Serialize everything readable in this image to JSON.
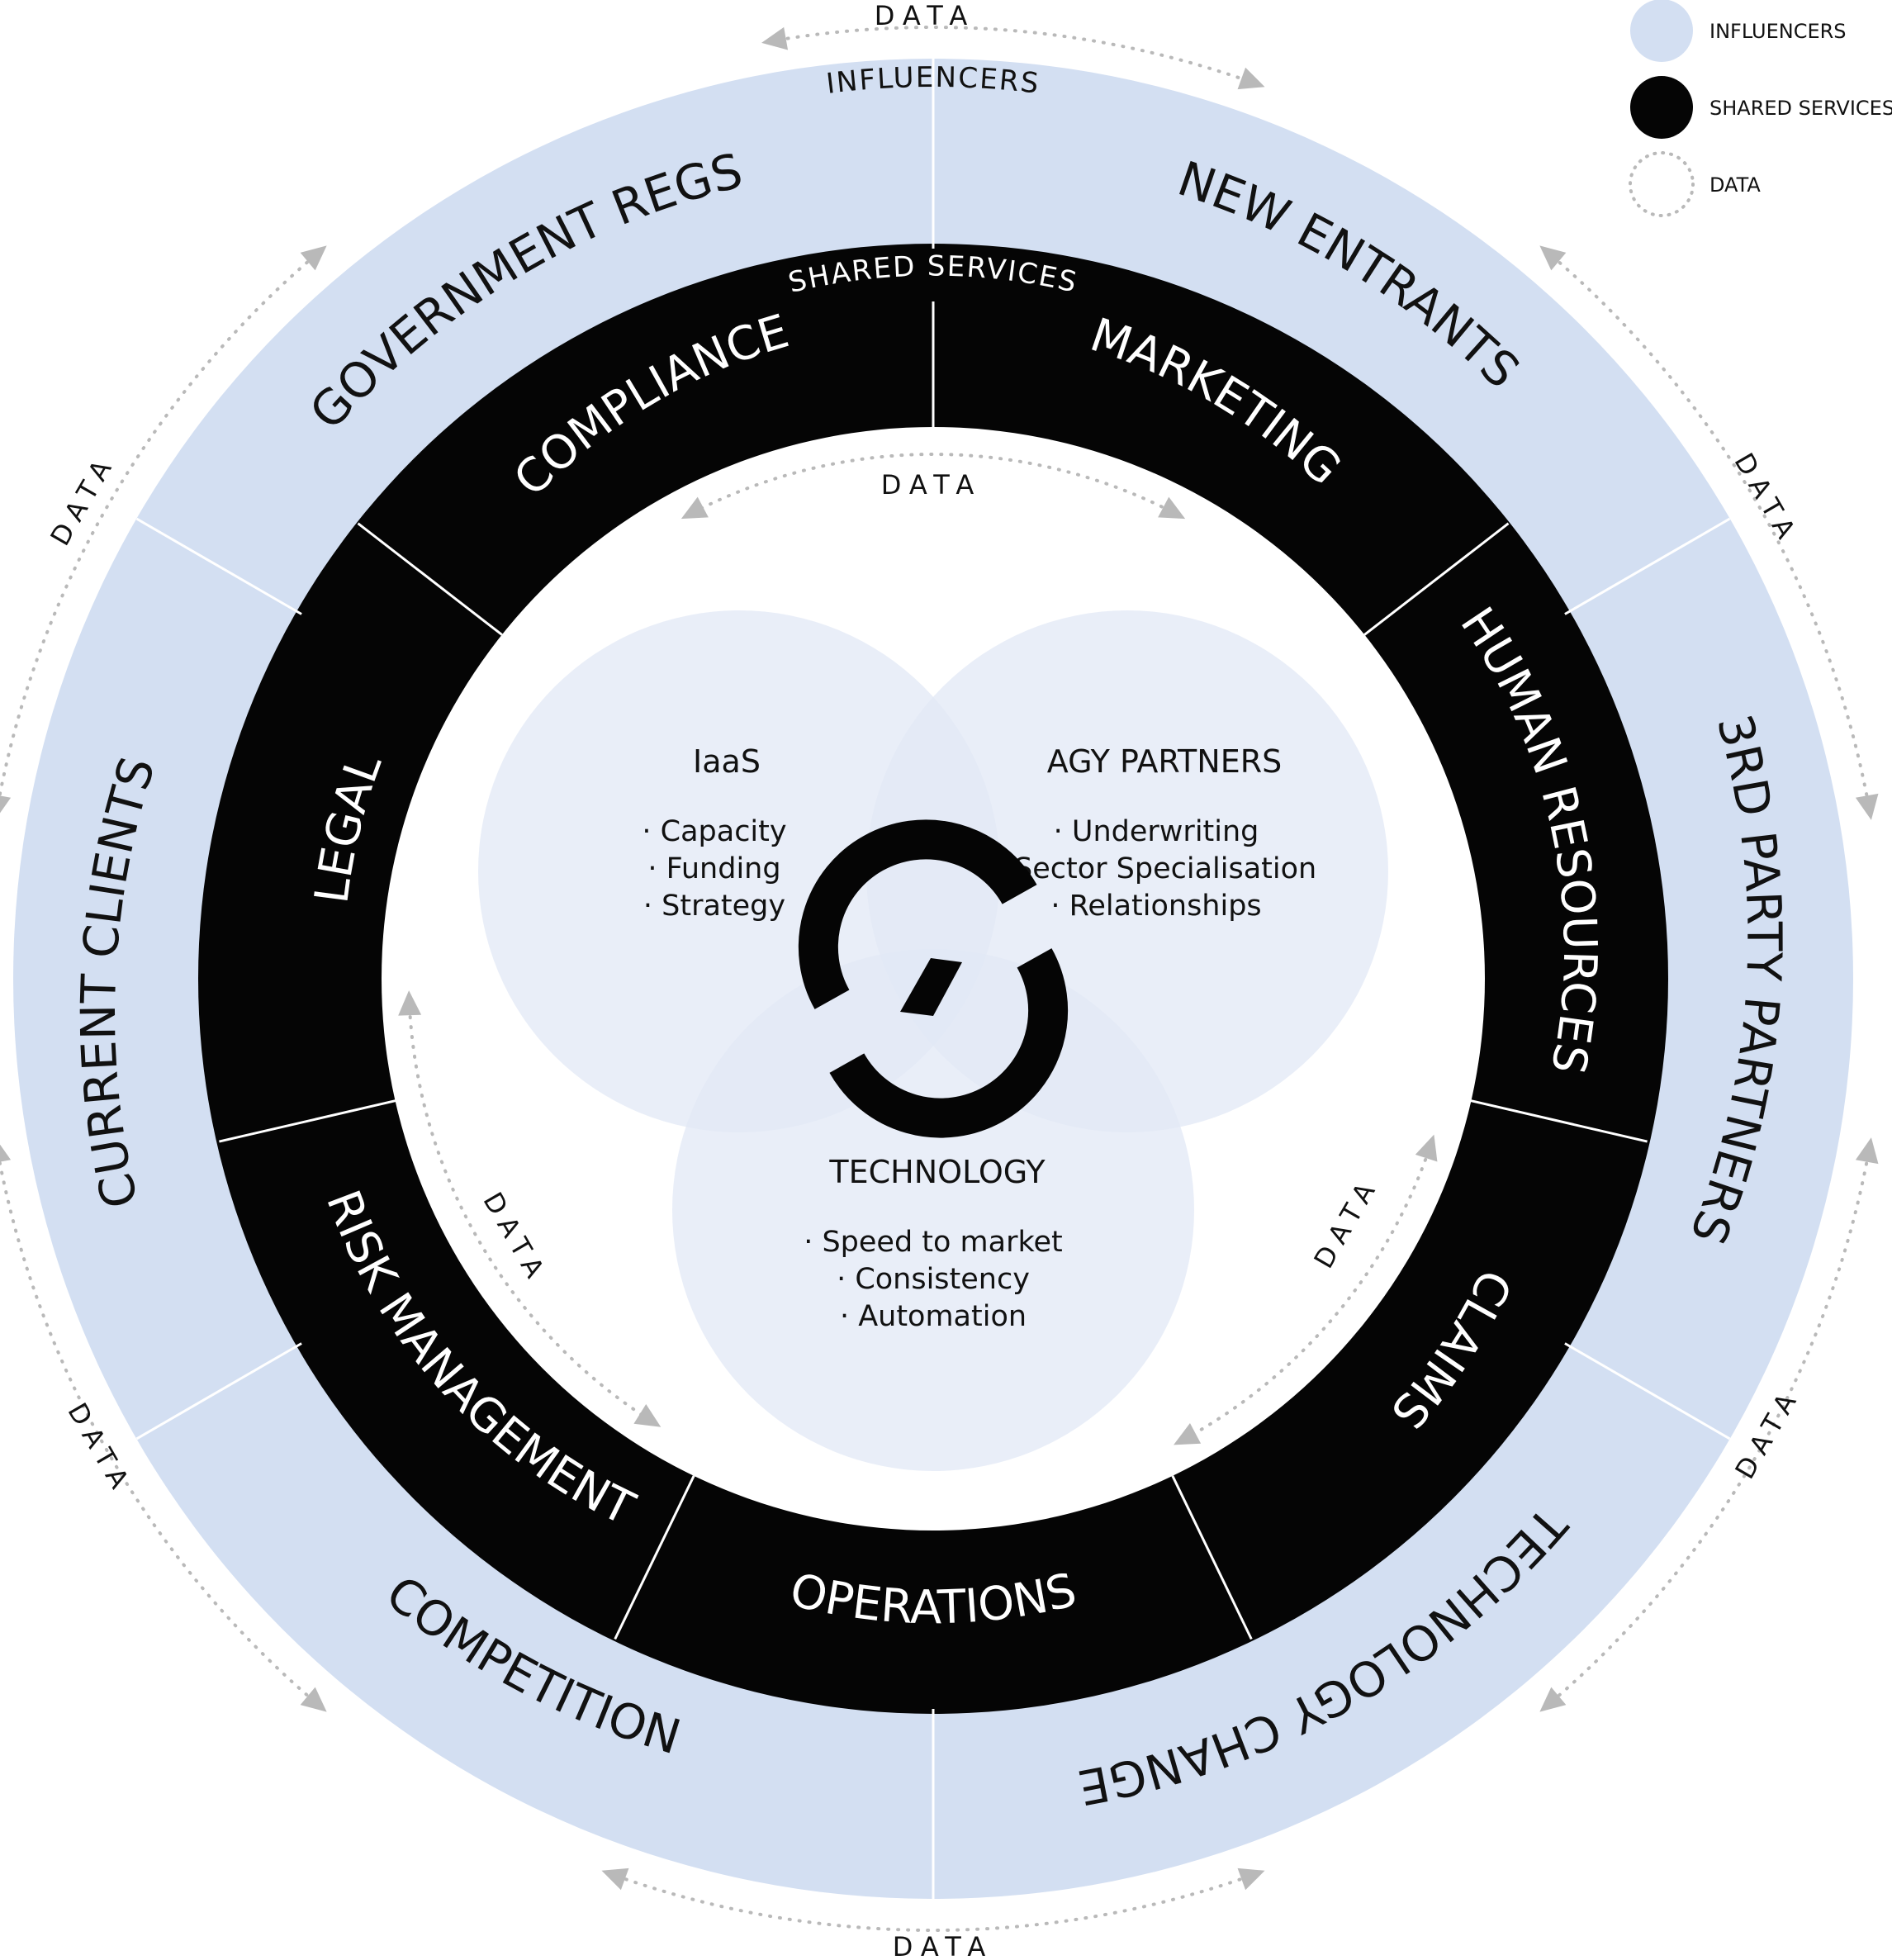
{
  "colors": {
    "influencer": "#d3dff2",
    "shared": "#050505",
    "venn": "#e1e8f5",
    "divider": "#ffffff",
    "data_dots": "#b9b9b9",
    "text_dark": "#111111",
    "text_light": "#ffffff"
  },
  "legend": [
    {
      "label": "INFLUENCERS",
      "swatch": "fill-light-blue"
    },
    {
      "label": "SHARED SERVICES",
      "swatch": "fill-black"
    },
    {
      "label": "DATA",
      "swatch": "dotted-circle"
    }
  ],
  "ring_titles": {
    "outer": "INFLUENCERS",
    "middle": "SHARED SERVICES"
  },
  "data_label": "DATA",
  "influencers": [
    "GOVERNMENT REGS",
    "NEW ENTRANTS",
    "3RD PARTY PARTNERS",
    "TECHNOLOGY CHANGE",
    "COMPETITION",
    "CURRENT CLIENTS"
  ],
  "shared_services": [
    "COMPLIANCE",
    "MARKETING",
    "HUMAN RESOURCES",
    "CLAIMS",
    "OPERATIONS",
    "RISK MANAGEMENT",
    "LEGAL"
  ],
  "venn": [
    {
      "title": "IaaS",
      "bullets": [
        "· Capacity",
        "· Funding",
        "· Strategy"
      ]
    },
    {
      "title": "AGY PARTNERS",
      "bullets": [
        "· Underwriting",
        "· Sector Specialisation",
        "· Relationships"
      ]
    },
    {
      "title": "TECHNOLOGY",
      "bullets": [
        "· Speed to market",
        "· Consistency",
        "· Automation"
      ]
    }
  ],
  "center_logo": "brand-logo-icon"
}
